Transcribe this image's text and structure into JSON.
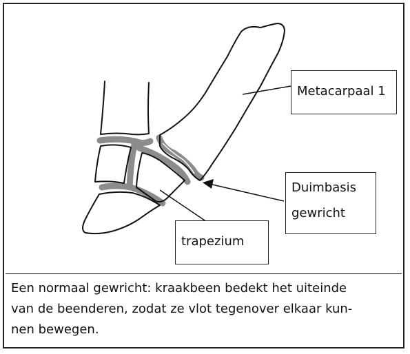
{
  "labels": {
    "metacarpal": "Metacarpaal 1",
    "duimbasis_line1": "Duimbasis",
    "duimbasis_line2": "gewricht",
    "trapezium": "trapezium"
  },
  "caption": {
    "line1": "Een normaal gewricht: kraakbeen bedekt het uiteinde",
    "line2": "van de beenderen, zodat ze  vlot tegenover elkaar kun-",
    "line3": "nen bewegen."
  },
  "colors": {
    "outline": "#111111",
    "cartilage": "#8c8c8c",
    "background": "#ffffff"
  }
}
